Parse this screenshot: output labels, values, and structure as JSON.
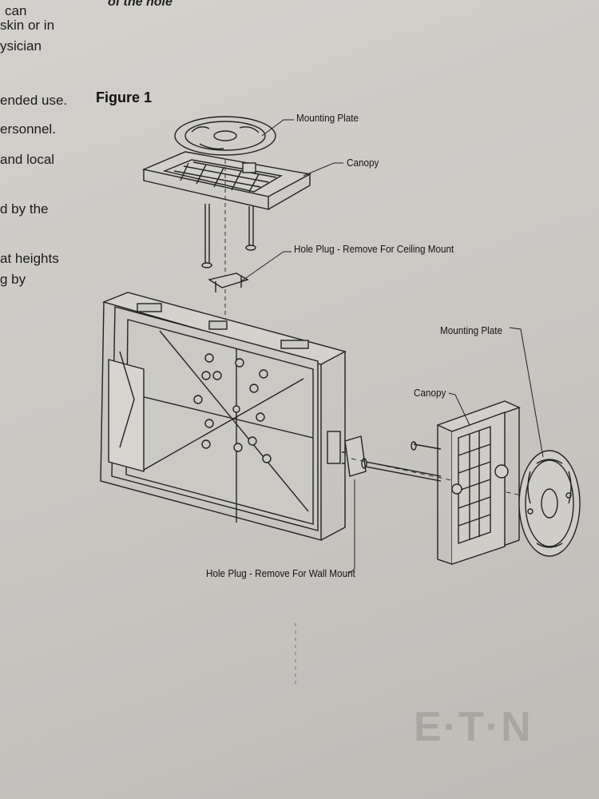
{
  "left_column_fragments": [
    "can",
    "skin or in",
    "ysician",
    "ended use.",
    "ersonnel.",
    "and local",
    "d by the",
    "at heights",
    "g by"
  ],
  "top_fragment": "of the hole",
  "figure": {
    "title": "Figure 1",
    "labels": {
      "mounting_plate_top": "Mounting Plate",
      "canopy_top": "Canopy",
      "hole_plug_ceiling": "Hole Plug - Remove For Ceiling Mount",
      "mounting_plate_right": "Mounting Plate",
      "canopy_right": "Canopy",
      "hole_plug_wall": "Hole Plug - Remove For Wall Mount"
    }
  },
  "brand": {
    "logo_text": "E·T·N"
  }
}
